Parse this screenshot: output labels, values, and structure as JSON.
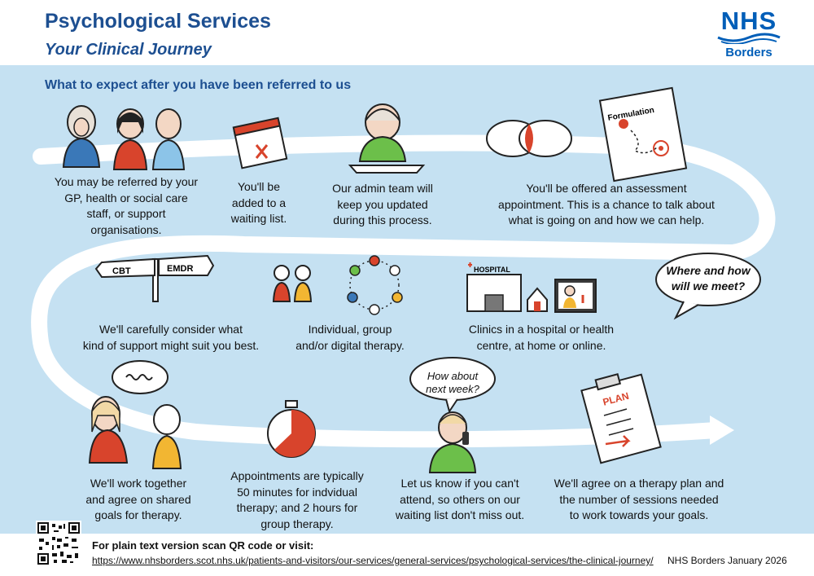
{
  "header": {
    "title": "Psychological Services",
    "subtitle": "Your Clinical Journey",
    "logo_mark": "NHS",
    "logo_sub": "Borders"
  },
  "section_heading": "What to expect after you have been referred to us",
  "steps": {
    "referral": {
      "lines": [
        "You may be referred by your",
        "GP, health or social care",
        "staff, or support",
        "organisations."
      ],
      "icon": "people-icon"
    },
    "waiting": {
      "lines": [
        "You'll be",
        "added to a",
        "waiting list."
      ],
      "icon": "calendar-icon"
    },
    "admin": {
      "lines": [
        "Our admin team will",
        "keep you updated",
        "during this process."
      ],
      "icon": "admin-person-icon"
    },
    "assessment": {
      "lines": [
        "You'll be offered an assessment",
        "appointment. This is a chance to talk about",
        "what is going on and how we can help."
      ],
      "icon": "speech-bubbles-icon"
    },
    "support": {
      "lines": [
        "We'll carefully consider what",
        "kind of support might suit you best."
      ],
      "icon": "signpost-icon"
    },
    "therapy_type": {
      "lines": [
        "Individual, group",
        "and/or digital therapy."
      ],
      "icon": "group-icon"
    },
    "location": {
      "lines": [
        "Clinics in a hospital or health",
        "centre, at home or online."
      ],
      "icon": "hospital-icon"
    },
    "goals": {
      "lines": [
        "We'll work together",
        "and agree on shared",
        "goals for therapy."
      ],
      "icon": "conversation-icon"
    },
    "duration": {
      "lines": [
        "Appointments are typically",
        "50 minutes for indvidual",
        "therapy; and 2 hours for",
        "group therapy."
      ],
      "icon": "stopwatch-icon"
    },
    "cancel": {
      "lines": [
        "Let us know if you can't",
        "attend, so others on our",
        "waiting list don't miss out."
      ],
      "icon": "phone-person-icon"
    },
    "plan": {
      "lines": [
        "We'll agree on a therapy plan and",
        "the number of sessions needed",
        "to work towards your goals."
      ],
      "icon": "clipboard-icon"
    }
  },
  "signpost": {
    "left": "CBT",
    "right": "EMDR"
  },
  "formulation_label": "Formulation",
  "hospital_label": "HOSPITAL",
  "plan_label": "PLAN",
  "bubbles": {
    "where": [
      "Where and how",
      "will we meet?"
    ],
    "next_week": [
      "How about",
      "next week?"
    ]
  },
  "footer": {
    "heading": "For plain text version scan QR code or visit:",
    "url": "https://www.nhsborders.scot.nhs.uk/patients-and-visitors/our-services/general-services/psychological-services/the-clinical-journey/",
    "date": "NHS Borders January 2026"
  },
  "colors": {
    "brand_blue": "#1d4f91",
    "nhs_blue": "#005eb8",
    "background_blue": "#c5e1f2",
    "accent_red": "#d8442c",
    "accent_green": "#6cbf4a",
    "accent_yellow": "#f2b632",
    "person_blue": "#3a78b8"
  }
}
